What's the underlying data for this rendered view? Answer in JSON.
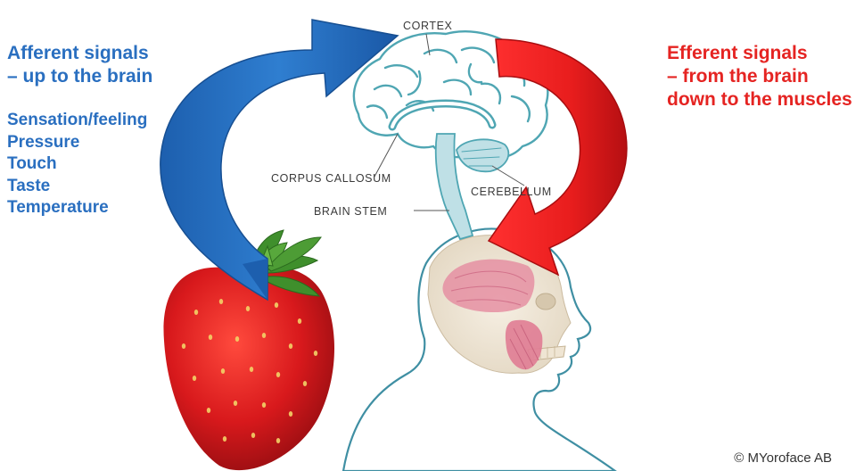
{
  "afferent": {
    "heading": [
      "Afferent signals",
      "– up to the brain"
    ],
    "items": [
      "Sensation/feeling",
      "Pressure",
      "Touch",
      "Taste",
      "Temperature"
    ],
    "color": "#2a6fc0"
  },
  "efferent": {
    "heading": [
      "Efferent signals",
      "– from the brain",
      "down to the muscles"
    ],
    "color": "#e52422"
  },
  "labels": {
    "cortex": "CORTEX",
    "corpus_callosum": "CORPUS CALLOSUM",
    "cerebellum": "CEREBELLUM",
    "brain_stem": "BRAIN STEM"
  },
  "copyright": "© MYoroface AB",
  "icons": [
    "blue-curved-arrow-icon",
    "red-curved-arrow-icon",
    "brain-icon",
    "strawberry-icon",
    "head-silhouette-icon"
  ]
}
